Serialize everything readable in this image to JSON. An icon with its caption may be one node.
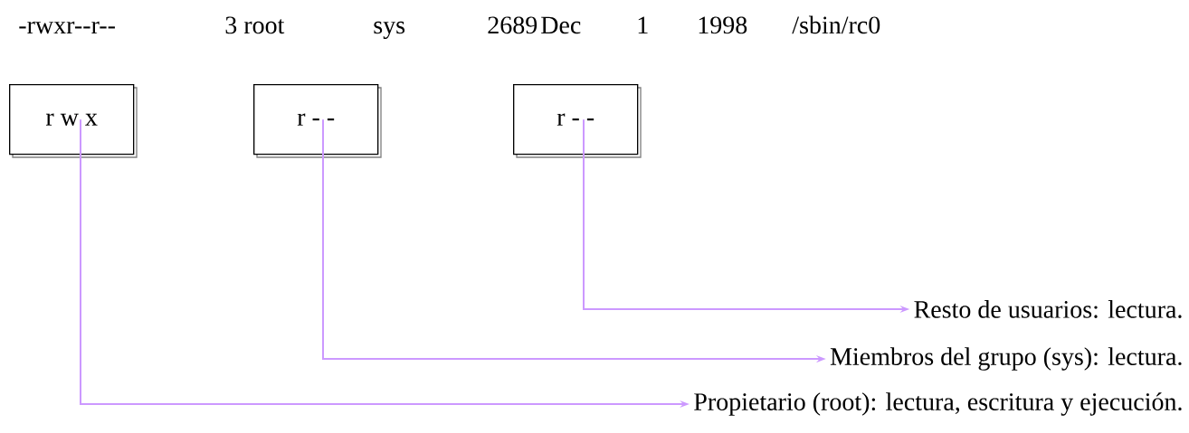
{
  "diagram": {
    "nodes": [
      {
        "text": [
          "r w x"
        ]
      },
      {
        "text": [
          "r - -"
        ]
      },
      {
        "text": [
          "r - -"
        ]
      },
      {
        "text": [
          "Resto de usuarios: lectura."
        ]
      },
      {
        "text": [
          "Miembros del grupo (sys): lectura."
        ]
      },
      {
        "text": [
          "Propietario (root): lectura, escritura y ejecución."
        ]
      }
    ],
    "edges": [
      {
        "from": 0,
        "to": 5,
        "arrow": "to",
        "color": "#cc99ff"
      },
      {
        "from": 1,
        "to": 4,
        "arrow": "to",
        "color": "#cc99ff"
      },
      {
        "from": 2,
        "to": 3,
        "arrow": "to",
        "color": "#cc99ff"
      }
    ],
    "labels": [
      "-rwxr--r--",
      "3 root",
      "sys",
      "2689",
      "Dec",
      "1",
      "1998",
      "/sbin/rc0"
    ]
  }
}
